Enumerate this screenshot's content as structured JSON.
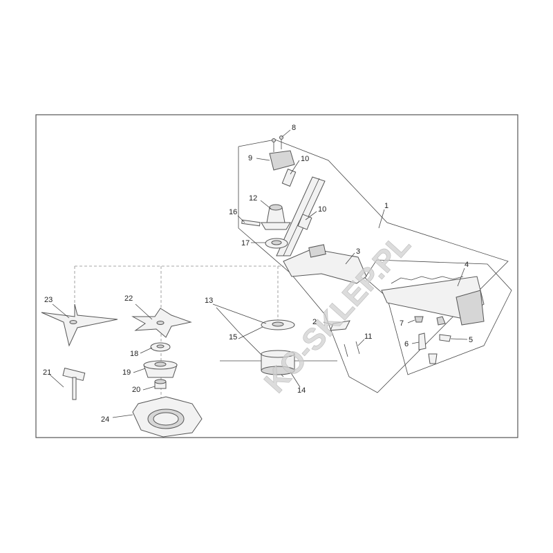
{
  "watermark": "KO-SKLEP.PL",
  "callouts": [
    "1",
    "2",
    "3",
    "4",
    "5",
    "6",
    "7",
    "8",
    "9",
    "10",
    "10",
    "11",
    "12",
    "13",
    "14",
    "15",
    "16",
    "17",
    "18",
    "19",
    "20",
    "21",
    "22",
    "23",
    "24"
  ]
}
